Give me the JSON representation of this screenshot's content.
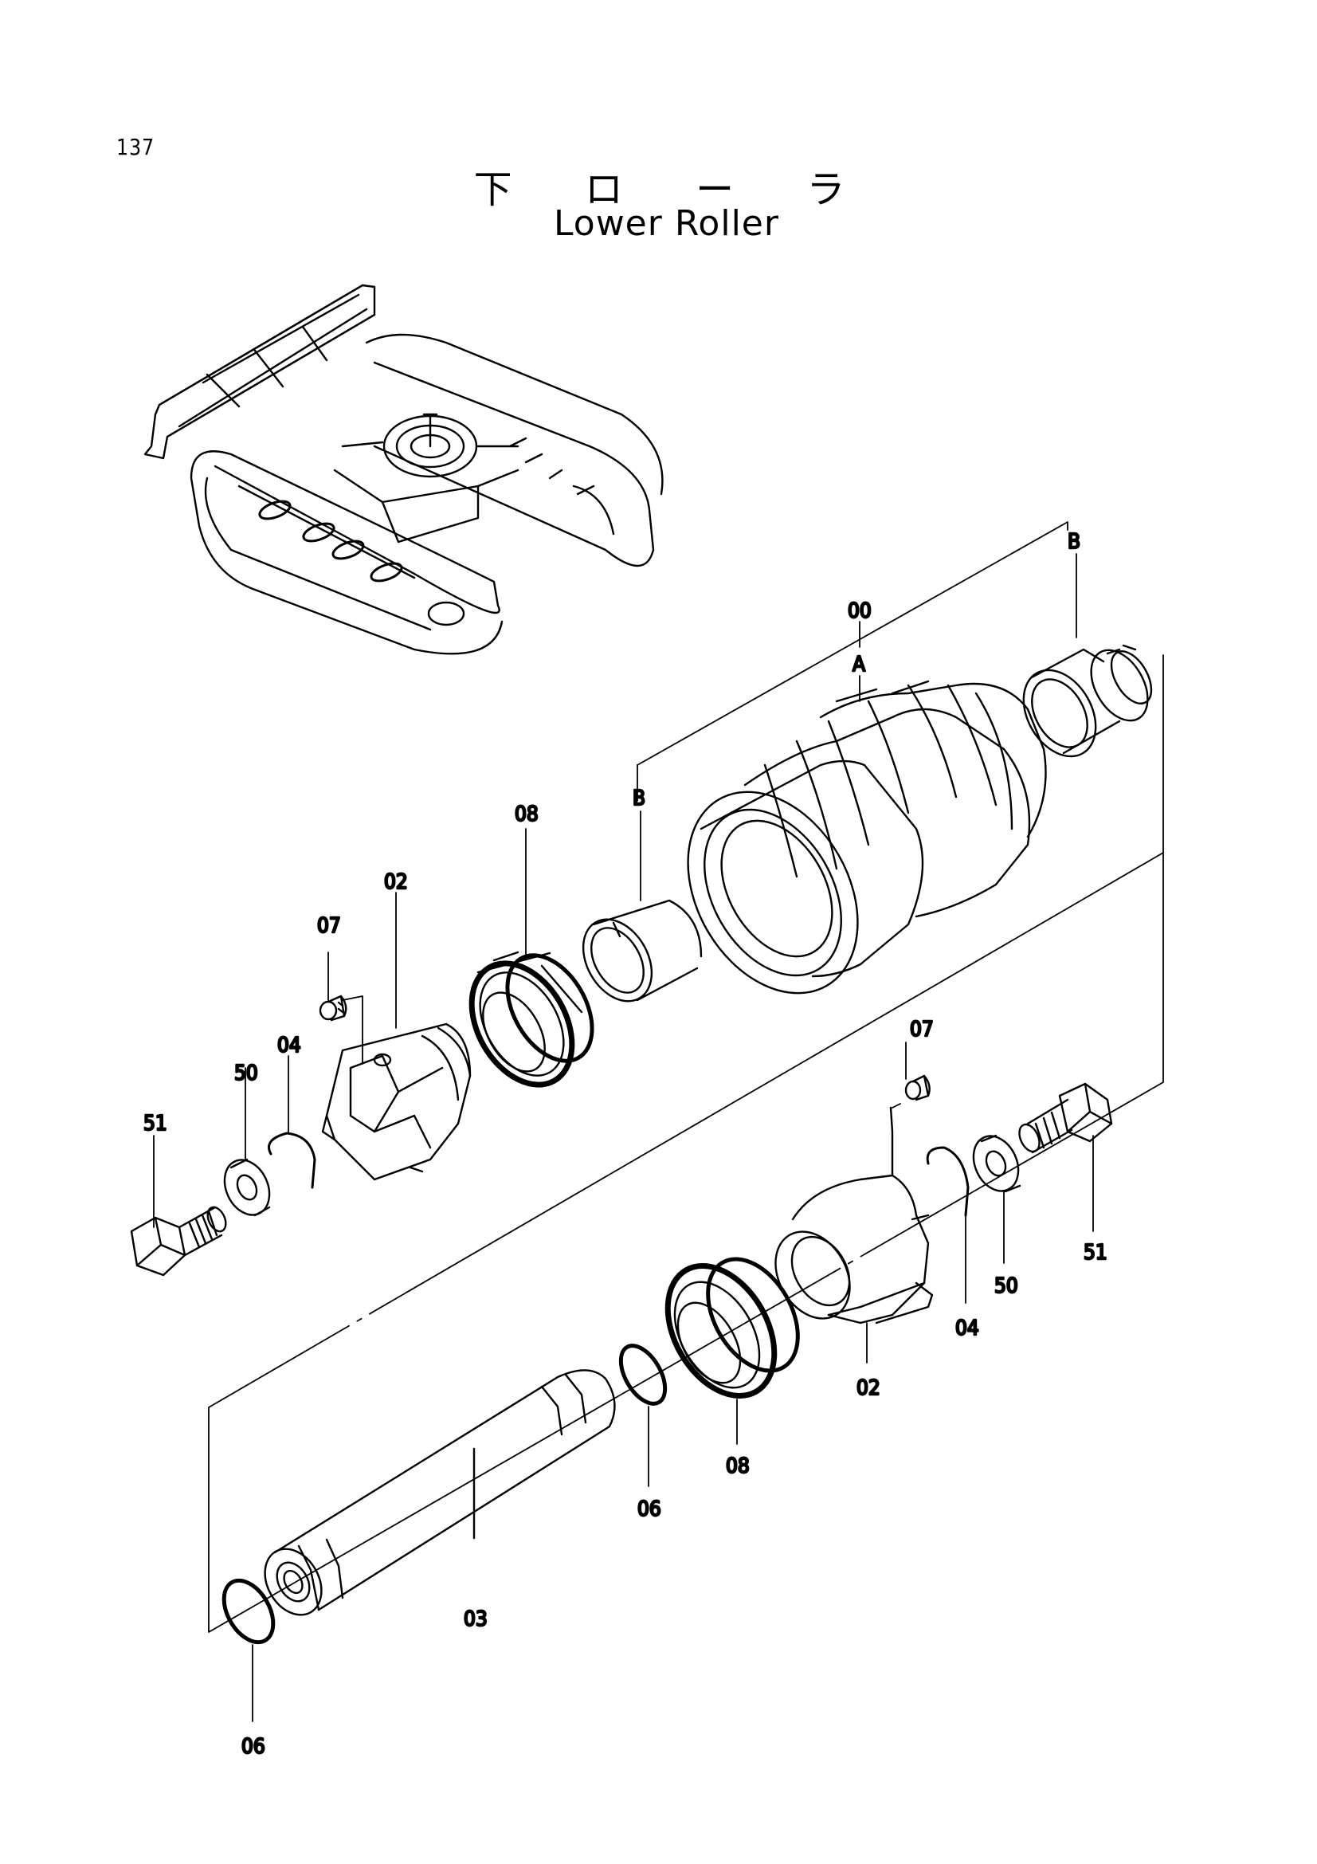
{
  "page": {
    "number": "137",
    "title_jp": "下 ロ ー ラ",
    "title_en": "Lower Roller"
  },
  "callouts": [
    {
      "id": "00",
      "part": "lower-roller-assembly"
    },
    {
      "id": "A",
      "part": "roller-body"
    },
    {
      "id": "B",
      "part": "bushing-right"
    },
    {
      "id": "B",
      "part": "bushing-left"
    },
    {
      "id": "08",
      "part": "floating-seal-left"
    },
    {
      "id": "02",
      "part": "collar-left"
    },
    {
      "id": "07",
      "part": "plug-left"
    },
    {
      "id": "04",
      "part": "pin-left"
    },
    {
      "id": "50",
      "part": "washer-left"
    },
    {
      "id": "51",
      "part": "bolt-left"
    },
    {
      "id": "07",
      "part": "plug-right"
    },
    {
      "id": "51",
      "part": "bolt-right"
    },
    {
      "id": "50",
      "part": "washer-right"
    },
    {
      "id": "04",
      "part": "pin-right"
    },
    {
      "id": "02",
      "part": "collar-right"
    },
    {
      "id": "08",
      "part": "floating-seal-right"
    },
    {
      "id": "06",
      "part": "o-ring-middle"
    },
    {
      "id": "03",
      "part": "shaft"
    },
    {
      "id": "06",
      "part": "o-ring-bottom"
    }
  ],
  "colors": {
    "line": "#000000",
    "background": "#ffffff"
  }
}
